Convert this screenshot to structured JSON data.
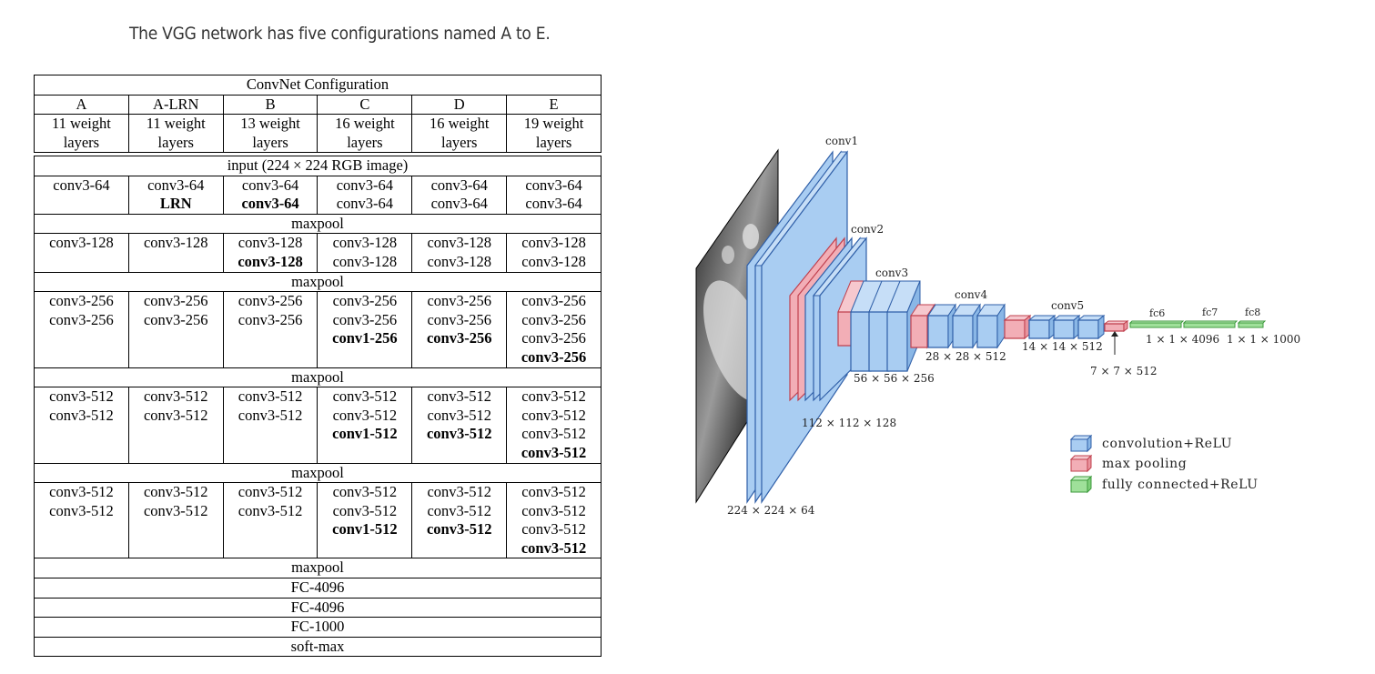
{
  "caption": "The VGG network has five configurations named A to E.",
  "table": {
    "title": "ConvNet Configuration",
    "columns": [
      "A",
      "A-LRN",
      "B",
      "C",
      "D",
      "E"
    ],
    "depth": [
      [
        "11 weight",
        "layers"
      ],
      [
        "11 weight",
        "layers"
      ],
      [
        "13 weight",
        "layers"
      ],
      [
        "16 weight",
        "layers"
      ],
      [
        "16 weight",
        "layers"
      ],
      [
        "19 weight",
        "layers"
      ]
    ],
    "input": "input (224 × 224 RGB image)",
    "blocks": [
      [
        [
          {
            "t": "conv3-64"
          }
        ],
        [
          {
            "t": "conv3-64"
          },
          {
            "t": "LRN",
            "b": true
          }
        ],
        [
          {
            "t": "conv3-64"
          },
          {
            "t": "conv3-64",
            "b": true
          }
        ],
        [
          {
            "t": "conv3-64"
          },
          {
            "t": "conv3-64"
          }
        ],
        [
          {
            "t": "conv3-64"
          },
          {
            "t": "conv3-64"
          }
        ],
        [
          {
            "t": "conv3-64"
          },
          {
            "t": "conv3-64"
          }
        ]
      ],
      [
        [
          {
            "t": "conv3-128"
          }
        ],
        [
          {
            "t": "conv3-128"
          }
        ],
        [
          {
            "t": "conv3-128"
          },
          {
            "t": "conv3-128",
            "b": true
          }
        ],
        [
          {
            "t": "conv3-128"
          },
          {
            "t": "conv3-128"
          }
        ],
        [
          {
            "t": "conv3-128"
          },
          {
            "t": "conv3-128"
          }
        ],
        [
          {
            "t": "conv3-128"
          },
          {
            "t": "conv3-128"
          }
        ]
      ],
      [
        [
          {
            "t": "conv3-256"
          },
          {
            "t": "conv3-256"
          }
        ],
        [
          {
            "t": "conv3-256"
          },
          {
            "t": "conv3-256"
          }
        ],
        [
          {
            "t": "conv3-256"
          },
          {
            "t": "conv3-256"
          }
        ],
        [
          {
            "t": "conv3-256"
          },
          {
            "t": "conv3-256"
          },
          {
            "t": "conv1-256",
            "b": true
          }
        ],
        [
          {
            "t": "conv3-256"
          },
          {
            "t": "conv3-256"
          },
          {
            "t": "conv3-256",
            "b": true
          }
        ],
        [
          {
            "t": "conv3-256"
          },
          {
            "t": "conv3-256"
          },
          {
            "t": "conv3-256"
          },
          {
            "t": "conv3-256",
            "b": true
          }
        ]
      ],
      [
        [
          {
            "t": "conv3-512"
          },
          {
            "t": "conv3-512"
          }
        ],
        [
          {
            "t": "conv3-512"
          },
          {
            "t": "conv3-512"
          }
        ],
        [
          {
            "t": "conv3-512"
          },
          {
            "t": "conv3-512"
          }
        ],
        [
          {
            "t": "conv3-512"
          },
          {
            "t": "conv3-512"
          },
          {
            "t": "conv1-512",
            "b": true
          }
        ],
        [
          {
            "t": "conv3-512"
          },
          {
            "t": "conv3-512"
          },
          {
            "t": "conv3-512",
            "b": true
          }
        ],
        [
          {
            "t": "conv3-512"
          },
          {
            "t": "conv3-512"
          },
          {
            "t": "conv3-512"
          },
          {
            "t": "conv3-512",
            "b": true
          }
        ]
      ],
      [
        [
          {
            "t": "conv3-512"
          },
          {
            "t": "conv3-512"
          }
        ],
        [
          {
            "t": "conv3-512"
          },
          {
            "t": "conv3-512"
          }
        ],
        [
          {
            "t": "conv3-512"
          },
          {
            "t": "conv3-512"
          }
        ],
        [
          {
            "t": "conv3-512"
          },
          {
            "t": "conv3-512"
          },
          {
            "t": "conv1-512",
            "b": true
          }
        ],
        [
          {
            "t": "conv3-512"
          },
          {
            "t": "conv3-512"
          },
          {
            "t": "conv3-512",
            "b": true
          }
        ],
        [
          {
            "t": "conv3-512"
          },
          {
            "t": "conv3-512"
          },
          {
            "t": "conv3-512"
          },
          {
            "t": "conv3-512",
            "b": true
          }
        ]
      ]
    ],
    "pool_label": "maxpool",
    "tail": [
      "maxpool",
      "FC-4096",
      "FC-4096",
      "FC-1000",
      "soft-max"
    ]
  },
  "diagram": {
    "layers": {
      "conv1": "conv1",
      "conv2": "conv2",
      "conv3": "conv3",
      "conv4": "conv4",
      "conv5": "conv5",
      "fc6": "fc6",
      "fc7": "fc7",
      "fc8": "fc8"
    },
    "dims": {
      "d224": "224 × 224 × 64",
      "d112": "112 × 112 × 128",
      "d56": "56 × 56 × 256",
      "d28": "28 × 28 × 512",
      "d14": "14 × 14 × 512",
      "d7": "7 × 7 × 512",
      "f4096": "1 × 1 × 4096",
      "f1000": "1 × 1 × 1000"
    },
    "legend": [
      "convolution+ReLU",
      "max pooling",
      "fully connected+ReLU"
    ],
    "colors": {
      "conv": "#a9cdf2",
      "conv_stroke": "#2f5fa8",
      "pool": "#f2aeb6",
      "pool_stroke": "#c0404e",
      "fc": "#9fe09a",
      "fc_stroke": "#3c9a3c"
    }
  }
}
